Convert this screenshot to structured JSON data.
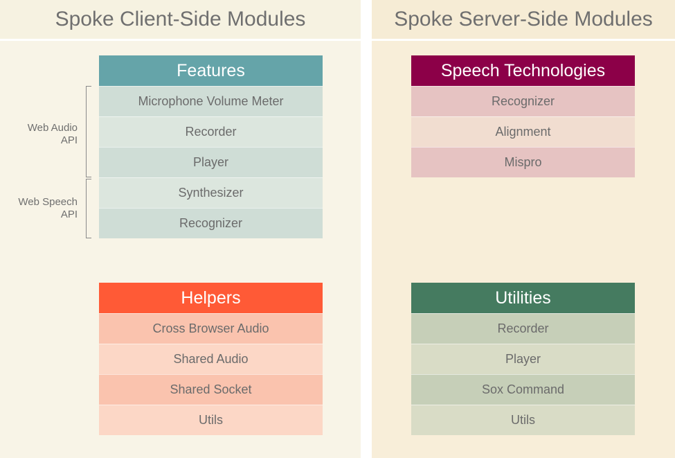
{
  "client": {
    "title": "Spoke Client-Side Modules",
    "api_labels": {
      "web_audio": "Web Audio\nAPI",
      "web_speech": "Web Speech\nAPI"
    },
    "features": {
      "title": "Features",
      "color": "#65a4a9",
      "row_colors": [
        "#cfddd6",
        "#dce6de"
      ],
      "rows": [
        "Microphone Volume Meter",
        "Recorder",
        "Player",
        "Synthesizer",
        "Recognizer"
      ]
    },
    "helpers": {
      "title": "Helpers",
      "color": "#ff5a36",
      "row_colors": [
        "#fac3ae",
        "#fcd7c6"
      ],
      "rows": [
        "Cross Browser Audio",
        "Shared Audio",
        "Shared Socket",
        "Utils"
      ]
    }
  },
  "server": {
    "title": "Spoke Server-Side Modules",
    "speech_technologies": {
      "title": "Speech Technologies",
      "color": "#8c0048",
      "row_colors": [
        "#e6c3c2",
        "#f1ddd0"
      ],
      "rows": [
        "Recognizer",
        "Alignment",
        "Mispro"
      ]
    },
    "utilities": {
      "title": "Utilities",
      "color": "#457b60",
      "row_colors": [
        "#c6cfb8",
        "#d9dcc6"
      ],
      "rows": [
        "Recorder",
        "Player",
        "Sox Command",
        "Utils"
      ]
    }
  }
}
